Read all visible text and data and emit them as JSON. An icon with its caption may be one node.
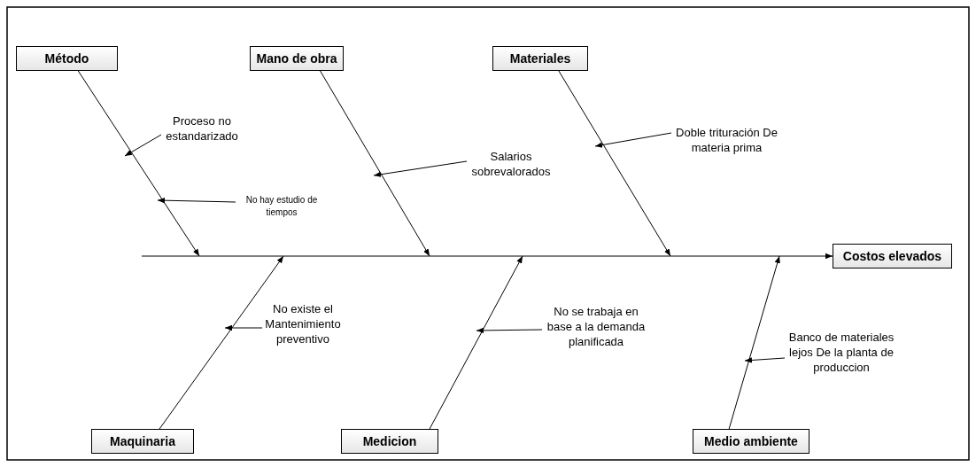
{
  "diagram": {
    "nodes": [
      {
        "text": [
          "Método"
        ]
      },
      {
        "text": [
          "Mano de obra"
        ]
      },
      {
        "text": [
          "Materiales"
        ]
      },
      {
        "text": [
          "Costos elevados"
        ]
      },
      {
        "text": [
          "Maquinaria"
        ]
      },
      {
        "text": [
          "Medicion"
        ]
      },
      {
        "text": [
          "Medio ambiente"
        ]
      },
      {
        "text": [
          "Proceso no estandarizado"
        ]
      },
      {
        "text": [
          "No hay estudio de tiempos"
        ]
      },
      {
        "text": [
          "Salarios sobrevalorados"
        ]
      },
      {
        "text": [
          "Doble trituración De materia prima"
        ]
      },
      {
        "text": [
          "No existe el Mantenimiento preventivo"
        ]
      },
      {
        "text": [
          "No se trabaja en base a la demanda planificada"
        ]
      },
      {
        "text": [
          "Banco de materiales lejos De la planta de produccion"
        ]
      }
    ],
    "edges": [
      {
        "from": null,
        "to": 3,
        "arrow": "to"
      },
      {
        "from": 0,
        "to": null,
        "arrow": "to"
      },
      {
        "from": 1,
        "to": null,
        "arrow": "to"
      },
      {
        "from": 2,
        "to": null,
        "arrow": "to"
      },
      {
        "from": 4,
        "to": null,
        "arrow": "to"
      },
      {
        "from": 5,
        "to": null,
        "arrow": "to"
      },
      {
        "from": 6,
        "to": null,
        "arrow": "to"
      },
      {
        "from": 7,
        "to": null,
        "arrow": "to"
      },
      {
        "from": 8,
        "to": null,
        "arrow": "to"
      },
      {
        "from": 9,
        "to": null,
        "arrow": "to"
      },
      {
        "from": 10,
        "to": null,
        "arrow": "to"
      },
      {
        "from": 11,
        "to": null,
        "arrow": "to"
      },
      {
        "from": 12,
        "to": null,
        "arrow": "to"
      },
      {
        "from": 13,
        "to": null,
        "arrow": "to"
      }
    ]
  }
}
